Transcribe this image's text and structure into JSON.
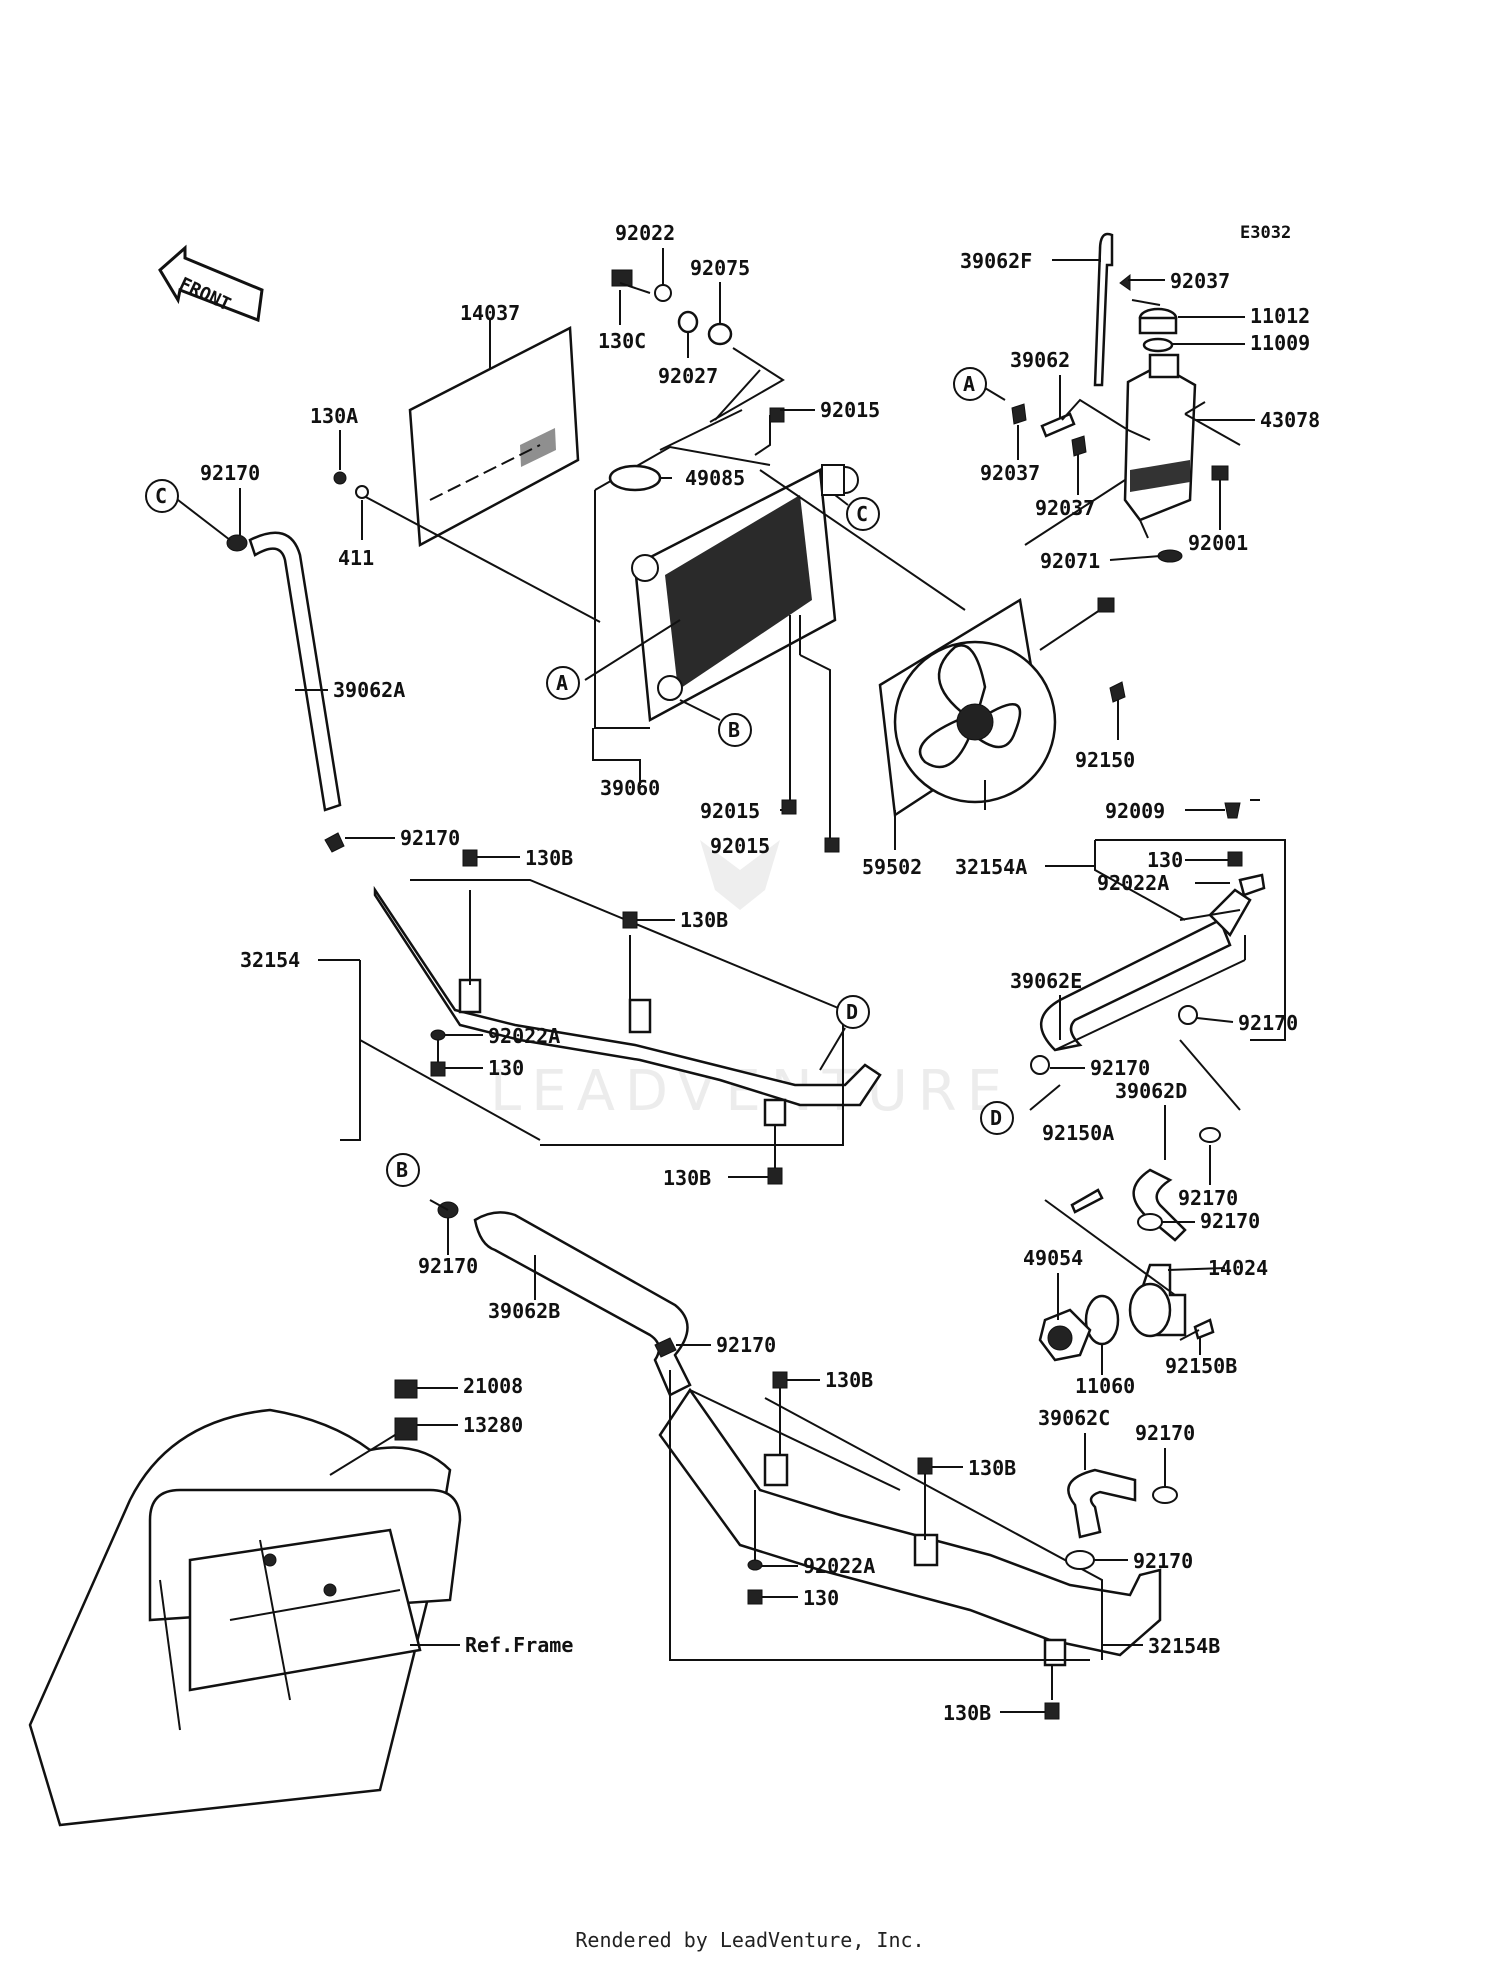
{
  "diagram_code": "E3032",
  "front_label": "FRONT",
  "watermark": "LEADVENTURE",
  "footer": "Rendered by LeadVenture, Inc.",
  "ref_frame": "Ref.Frame",
  "callouts": {
    "a": "A",
    "b": "B",
    "c": "C",
    "d": "D"
  },
  "parts": {
    "p92022_top": "92022",
    "p92075": "92075",
    "p130C": "130C",
    "p92027": "92027",
    "p14037": "14037",
    "p130A": "130A",
    "p411": "411",
    "p92015_top": "92015",
    "p49085": "49085",
    "p39062F": "39062F",
    "p92037_top": "92037",
    "p11012": "11012",
    "p11009": "11009",
    "p39062": "39062",
    "p43078": "43078",
    "p92037_mid": "92037",
    "p92037_low": "92037",
    "p92001": "92001",
    "p92071": "92071",
    "p92170_c": "92170",
    "p39062A": "39062A",
    "p39060": "39060",
    "p92015_a": "92015",
    "p92015_b": "92015",
    "p92150": "92150",
    "p59502": "59502",
    "p92009": "92009",
    "p32154A": "32154A",
    "p130_right": "130",
    "p92022A_right": "92022A",
    "p92170_hose": "92170",
    "p130B_1": "130B",
    "p130B_2": "130B",
    "p32154": "32154",
    "p92022A_left": "92022A",
    "p130_left": "130",
    "p130B_3": "130B",
    "p39062E": "39062E",
    "p92170_e1": "92170",
    "p92170_e2": "92170",
    "p39062D": "39062D",
    "p92150A": "92150A",
    "p92170_d1": "92170",
    "p92170_d2": "92170",
    "p49054": "49054",
    "p14024": "14024",
    "p11060": "11060",
    "p92150B": "92150B",
    "p92170_b": "92170",
    "p39062B": "39062B",
    "p92170_b2": "92170",
    "p21008": "21008",
    "p13280": "13280",
    "p130B_4": "130B",
    "p130B_5": "130B",
    "p92022A_low": "92022A",
    "p130_low": "130",
    "p32154B": "32154B",
    "p130B_6": "130B",
    "p39062C": "39062C",
    "p92170_c1": "92170",
    "p92170_c2": "92170"
  }
}
